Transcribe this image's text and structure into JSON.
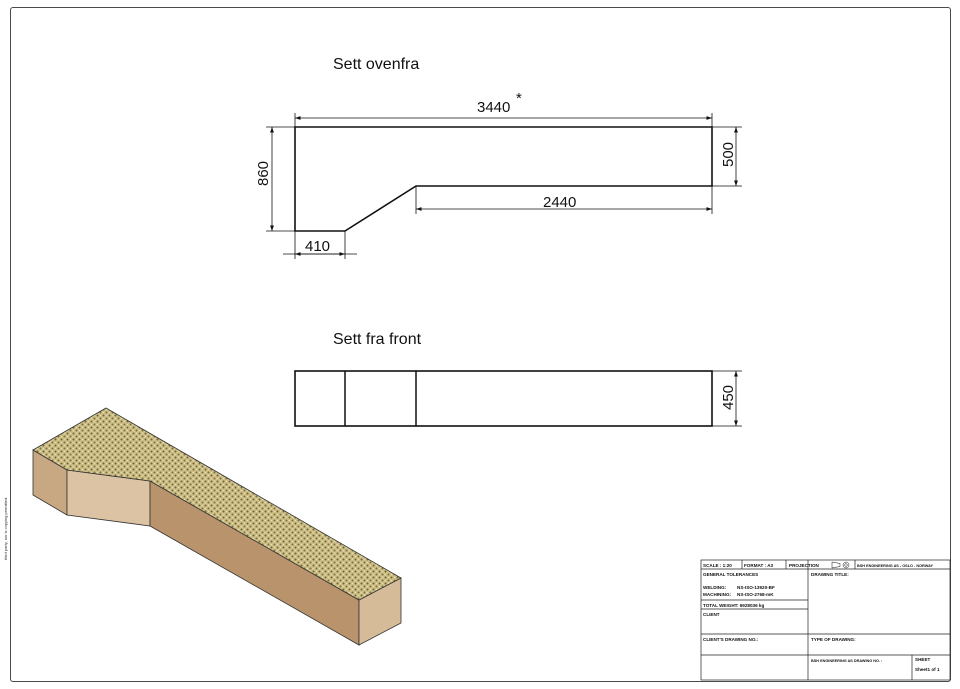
{
  "views": {
    "top": {
      "title": "Sett ovenfra",
      "dims": {
        "length": "3440",
        "length_mark": "*",
        "depth_total": "860",
        "depth_right": "500",
        "straight_run": "2440",
        "left_return": "410"
      }
    },
    "front": {
      "title": "Sett fra front",
      "dims": {
        "height": "450"
      }
    }
  },
  "title_block": {
    "scale": "SCALE : 1:20",
    "format": "FORMAT : A3",
    "projection": "PROJECTION",
    "company": "BSH ENGINEERING AS - OSLO - NORWAY",
    "general_tolerances": "GENERAL TOLERANCES",
    "welding_label": "WELDING:",
    "welding_value": "NS-ISO-13920-BF",
    "machining_label": "MACHINING:",
    "machining_value": "NS-ISO-2768-mK",
    "total_weight": "TOTAL WEIGHT: 6928036 kg",
    "client": "CLIENT",
    "drawing_title": "DRAWING TITLE:",
    "clients_drawing_no": "CLIENT'S DRAWING NO.:",
    "type_of_drawing": "TYPE OF DRAWING:",
    "bsh_drawing_no": "BSH ENGINEERING AS DRAWING NO. :",
    "sheet_label": "SHEET",
    "sheet_value": "Sheet1 of 1"
  },
  "side_note": "third party, nor is copying permitted.",
  "colors": {
    "line": "#111111",
    "frame": "#4a4a4a",
    "wood_light": "#d7bd9c",
    "wood_mid": "#c9a985",
    "wood_dark": "#b08c66",
    "top_texture_base": "#cfc38e",
    "top_texture_dot": "#6e6238"
  }
}
